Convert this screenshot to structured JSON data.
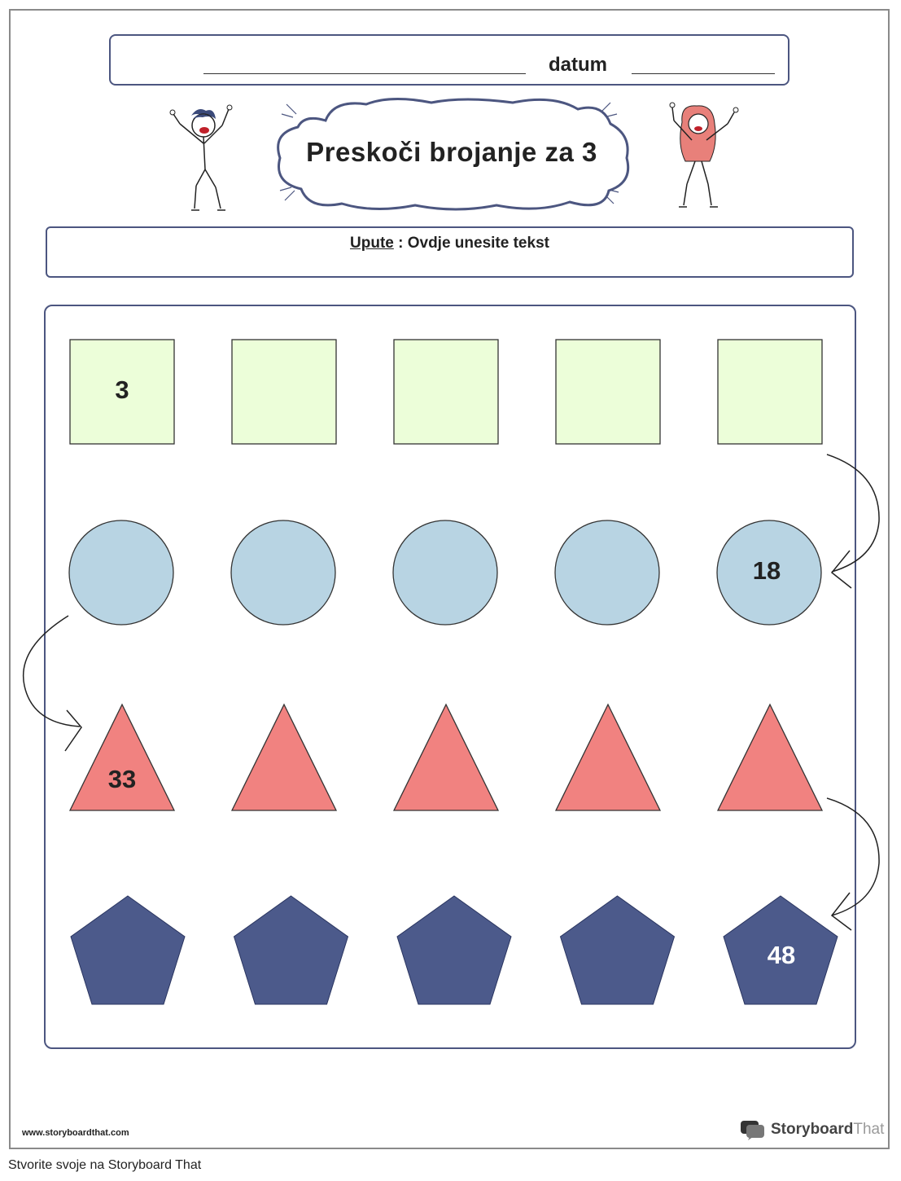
{
  "header": {
    "date_label": "datum"
  },
  "title": "Preskoči brojanje za 3",
  "instructions": {
    "label": "Upute",
    "separator": " : ",
    "text": "Ovdje unesite tekst"
  },
  "rows": [
    {
      "shape": "square",
      "fill": "#ecfed9",
      "cells": [
        "3",
        "",
        "",
        "",
        ""
      ]
    },
    {
      "shape": "circle",
      "fill": "#b8d4e3",
      "cells": [
        "",
        "",
        "",
        "",
        "18"
      ]
    },
    {
      "shape": "triangle",
      "fill": "#f18280",
      "cells": [
        "33",
        "",
        "",
        "",
        ""
      ]
    },
    {
      "shape": "pentagon",
      "fill": "#4c5a8b",
      "cells": [
        "",
        "",
        "",
        "",
        "48"
      ]
    }
  ],
  "colors": {
    "border": "#4c5680",
    "text_dark": "#222222",
    "text_on_pentagon": "#ffffff"
  },
  "footer": {
    "url": "www.storyboardthat.com",
    "logo_bold": "Storyboard",
    "logo_light": "That",
    "caption": "Stvorite svoje na Storyboard That"
  }
}
